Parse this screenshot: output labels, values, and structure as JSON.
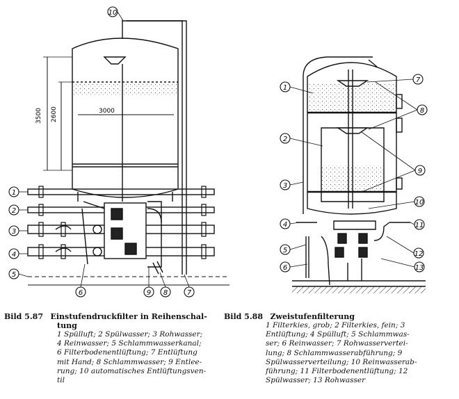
{
  "figure_left": {
    "dimensions": {
      "height_total": "3500",
      "height_bed": "2600",
      "diameter": "3000"
    },
    "callouts": [
      "1",
      "2",
      "3",
      "4",
      "5",
      "6",
      "7",
      "8",
      "9",
      "10"
    ],
    "caption": {
      "number": "Bild 5.87",
      "title": "Einstufendruckfilter in Reihenschaltung",
      "title_line1": "Einstufendruckfilter in Reihenschal-",
      "title_line2": "tung",
      "lines": [
        "1 Spülluft; 2 Spülwasser; 3 Rohwasser;",
        "4 Reinwasser; 5 Schlammwasserkanal;",
        "6 Filterbodenentlüftung; 7 Entlüftung",
        "mit Hand; 8 Schlammwasser; 9 Entlee-",
        "rung; 10 automatisches Entlüftungsven-",
        "til"
      ]
    }
  },
  "figure_right": {
    "callouts": [
      "1",
      "2",
      "3",
      "4",
      "5",
      "6",
      "7",
      "8",
      "9",
      "10",
      "11",
      "12",
      "13"
    ],
    "caption": {
      "number": "Bild 5.88",
      "title": "Zweistufenfilterung",
      "lines": [
        "1 Filterkies, grob; 2 Filterkies, fein; 3",
        "Entlüftung; 4 Spülluft; 5 Schlammwas-",
        "ser; 6 Reinwasser; 7 Rohwasservertei-",
        "lung; 8 Schlammwasserabführung; 9",
        "Spülwasserverteilung; 10 Reinwasserab-",
        "führung; 11 Filterbodenentlüftung; 12",
        "Spülwasser; 13 Rohwasser"
      ]
    }
  }
}
